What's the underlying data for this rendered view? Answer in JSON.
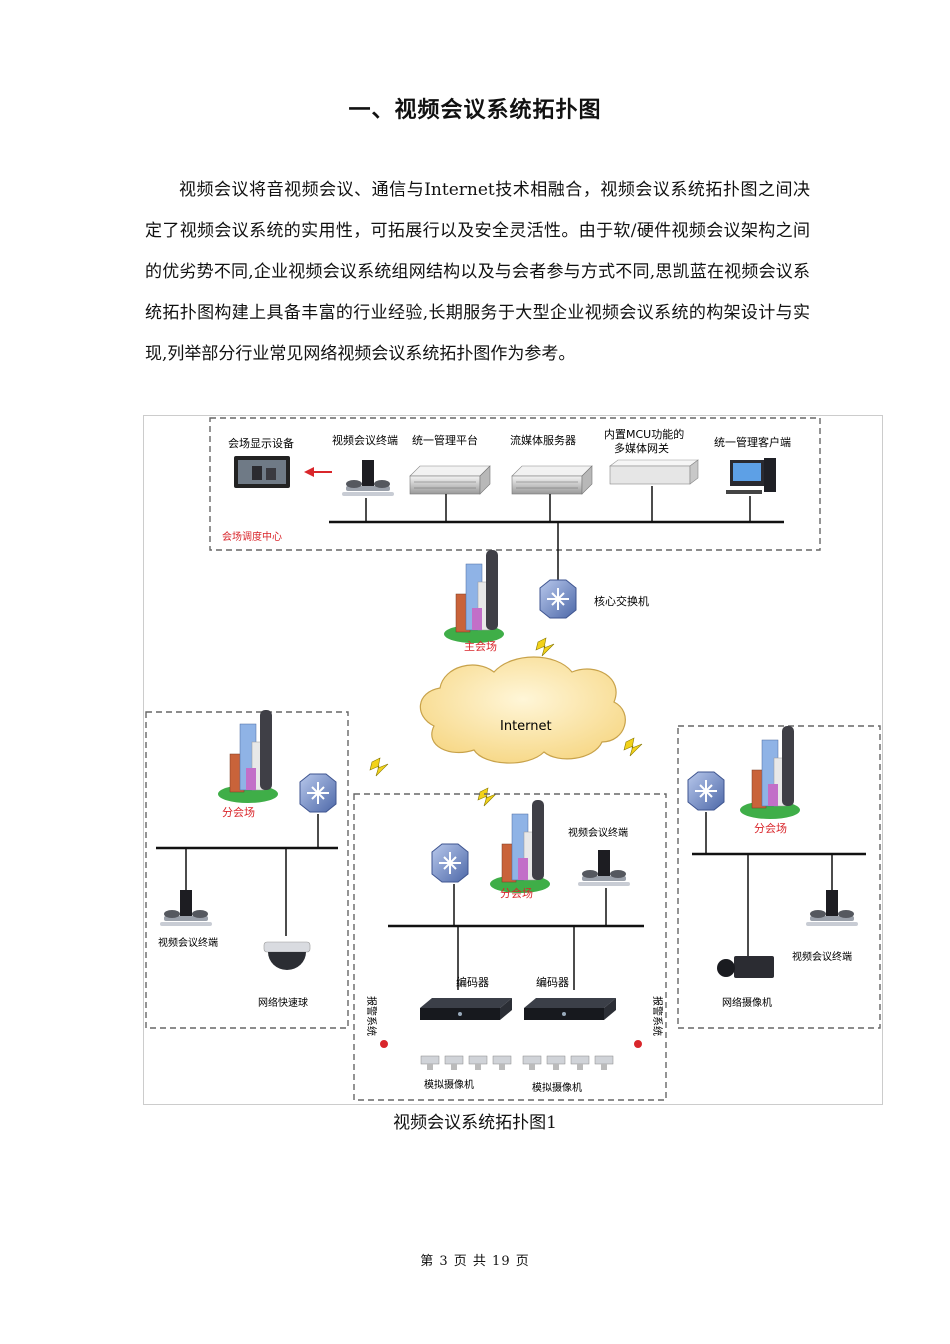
{
  "title": "一、视频会议系统拓扑图",
  "paragraph": "视频会议将音视频会议、通信与Internet技术相融合，视频会议系统拓扑图之间决定了视频会议系统的实用性，可拓展行以及安全灵活性。由于软/硬件视频会议架构之间的优劣势不同,企业视频会议系统组网结构以及与会者参与方式不同,思凯蓝在视频会议系统拓扑图构建上具备丰富的行业经验,长期服务于大型企业视频会议系统的构架设计与实现,列举部分行业常见网络视频会议系统拓扑图作为参考。",
  "diagram": {
    "top": {
      "display_label": "会场显示设备",
      "terminal_label": "视频会议终端",
      "mgmt_platform_label": "统一管理平台",
      "stream_server_label": "流媒体服务器",
      "gateway_label_1": "内置MCU功能的",
      "gateway_label_2": "多媒体网关",
      "client_label": "统一管理客户端",
      "center_label": "会场调度中心"
    },
    "main": {
      "switch_label": "核心交换机",
      "site_label": "主会场"
    },
    "internet_label": "Internet",
    "left": {
      "site_label": "分会场",
      "terminal_label": "视频会议终端",
      "dome_label": "网络快速球"
    },
    "middle": {
      "site_label": "分会场",
      "terminal_label": "视频会议终端",
      "encoder1_label": "编码器",
      "encoder2_label": "编码器",
      "alarm_left_label": "报警系统",
      "alarm_right_label": "报警系统",
      "analog1_label": "模拟摄像机",
      "analog2_label": "模拟摄像机"
    },
    "right": {
      "site_label": "分会场",
      "terminal_label": "视频会议终端",
      "camera_label": "网络摄像机"
    }
  },
  "caption": "视频会议系统拓扑图1",
  "footer": "第 3 页 共 19 页",
  "colors": {
    "red_label": "#d9262b",
    "cloud": "#fbe7a8",
    "switch": "#7e96c8",
    "bolt": "#f2d21a"
  }
}
